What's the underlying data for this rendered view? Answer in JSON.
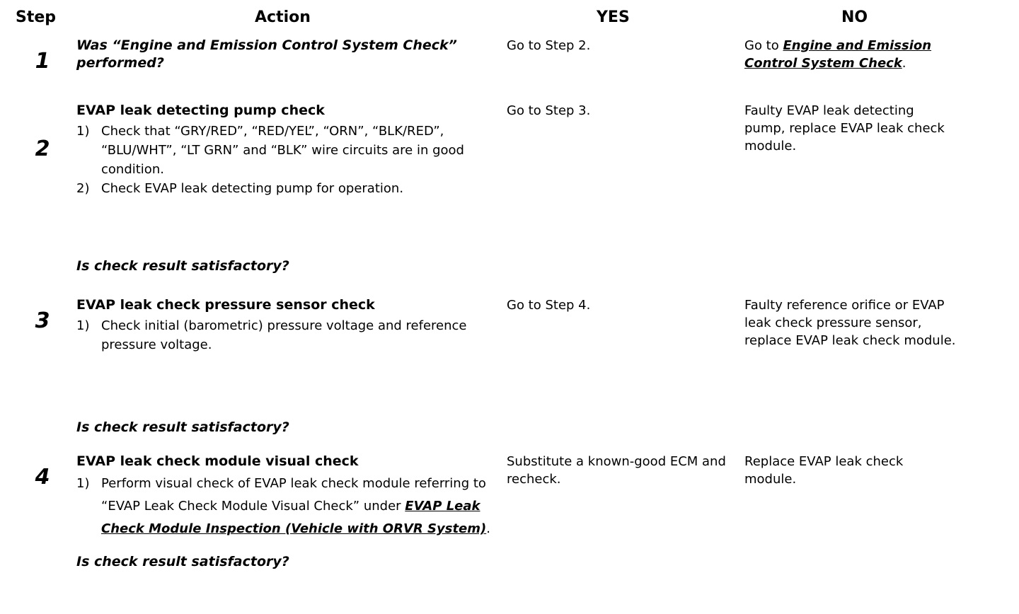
{
  "document": {
    "type": "diagnostic-flow-table",
    "columns": [
      "Step",
      "Action",
      "YES",
      "NO"
    ]
  },
  "header": {
    "step": "Step",
    "action": "Action",
    "yes": "YES",
    "no": "NO"
  },
  "question_text": "Is check result satisfactory?",
  "rows": [
    {
      "step": "1",
      "action_heading": "Was “Engine and Emission Control System Check” performed?",
      "items": [],
      "question": "",
      "yes": "Go to Step 2.",
      "no_prefix": "Go to ",
      "no_ref": "Engine and Emission Control System Check",
      "no_suffix": "."
    },
    {
      "step": "2",
      "action_heading": "EVAP leak detecting pump check",
      "items": [
        {
          "marker": "1)",
          "text": "Check that “GRY/RED”, “RED/YEL”, “ORN”, “BLK/RED”, “BLU/WHT”, “LT GRN” and “BLK” wire circuits are in good condition."
        },
        {
          "marker": "2)",
          "text": "Check EVAP leak detecting pump for operation."
        }
      ],
      "question": "Is check result satisfactory?",
      "yes": "Go to Step 3.",
      "no_prefix": "Faulty EVAP leak detecting pump, replace EVAP leak check module.",
      "no_ref": "",
      "no_suffix": ""
    },
    {
      "step": "3",
      "action_heading": "EVAP leak check pressure sensor check",
      "items": [
        {
          "marker": "1)",
          "text": "Check initial (barometric) pressure voltage and reference pressure voltage."
        }
      ],
      "question": "Is check result satisfactory?",
      "yes": "Go to Step 4.",
      "no_prefix": "Faulty reference orifice or EVAP leak check pressure sensor, replace EVAP leak check module.",
      "no_ref": "",
      "no_suffix": ""
    },
    {
      "step": "4",
      "action_heading": "EVAP leak check module visual check",
      "items": [
        {
          "marker": "1)",
          "text_before": "Perform visual check of EVAP leak check module referring to “EVAP Leak Check Module Visual Check” under ",
          "ref": "EVAP Leak Check Module Inspection (Vehicle with ORVR System)",
          "text_after": "."
        }
      ],
      "question": "Is check result satisfactory?",
      "yes": "Substitute a known-good ECM and recheck.",
      "no_prefix": "Replace EVAP leak check module.",
      "no_ref": "",
      "no_suffix": ""
    }
  ]
}
